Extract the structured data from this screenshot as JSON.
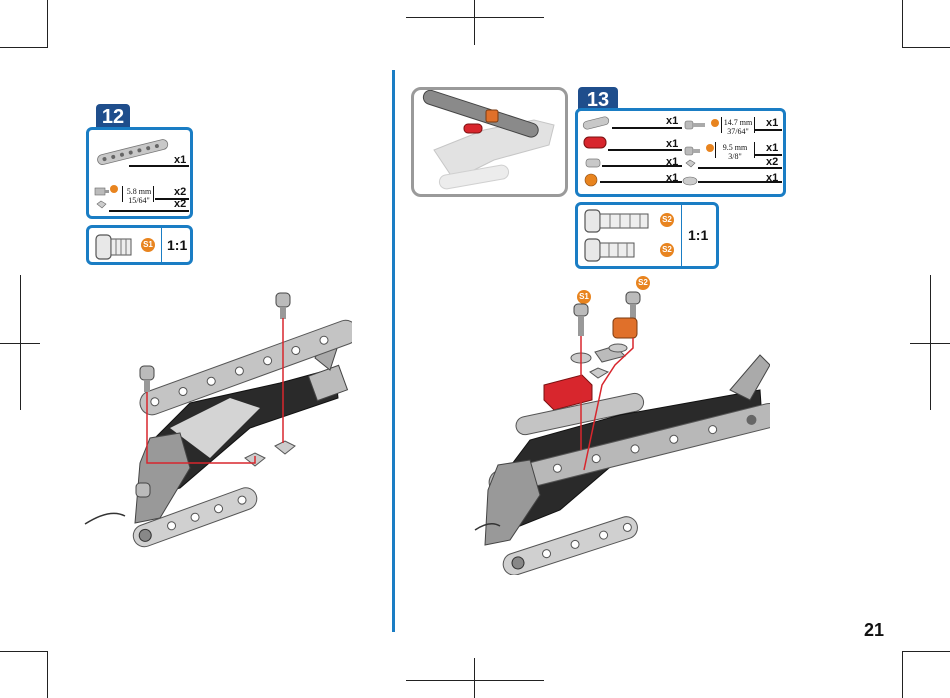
{
  "page": {
    "number": "21"
  },
  "step12": {
    "step_number": "12",
    "parts": [
      {
        "name": "long-strip",
        "qty": "x1"
      },
      {
        "name": "bolt-short",
        "measure": "5.8 mm",
        "measure_imperial": "15/64\"",
        "qty": "x2"
      },
      {
        "name": "nut",
        "qty": "x2"
      }
    ],
    "scale_badge": "S1",
    "scale_label": "1:1"
  },
  "step13": {
    "step_number": "13",
    "parts_left": [
      {
        "name": "short-strip",
        "qty": "x1"
      },
      {
        "name": "red-coupler",
        "qty": "x1"
      },
      {
        "name": "washer-bracket",
        "qty": "x1"
      },
      {
        "name": "orange-nut",
        "qty": "x1"
      }
    ],
    "parts_right": [
      {
        "name": "bolt-long",
        "measure": "14.7 mm",
        "measure_imperial": "37/64\"",
        "qty": "x1"
      },
      {
        "name": "bolt-medium",
        "measure": "9.5 mm",
        "measure_imperial": "3/8\"",
        "qty": "x1"
      },
      {
        "name": "nut",
        "qty": "x2"
      },
      {
        "name": "spacer",
        "qty": "x1"
      }
    ],
    "scale_badges": [
      "S2",
      "S2"
    ],
    "scale_label": "1:1",
    "assembly_badges": [
      "S1",
      "S2"
    ]
  },
  "colors": {
    "accent": "#1a7dc4",
    "tab": "#1f4e8c",
    "assembly_line": "#d8262d",
    "orange": "#e8841f"
  }
}
